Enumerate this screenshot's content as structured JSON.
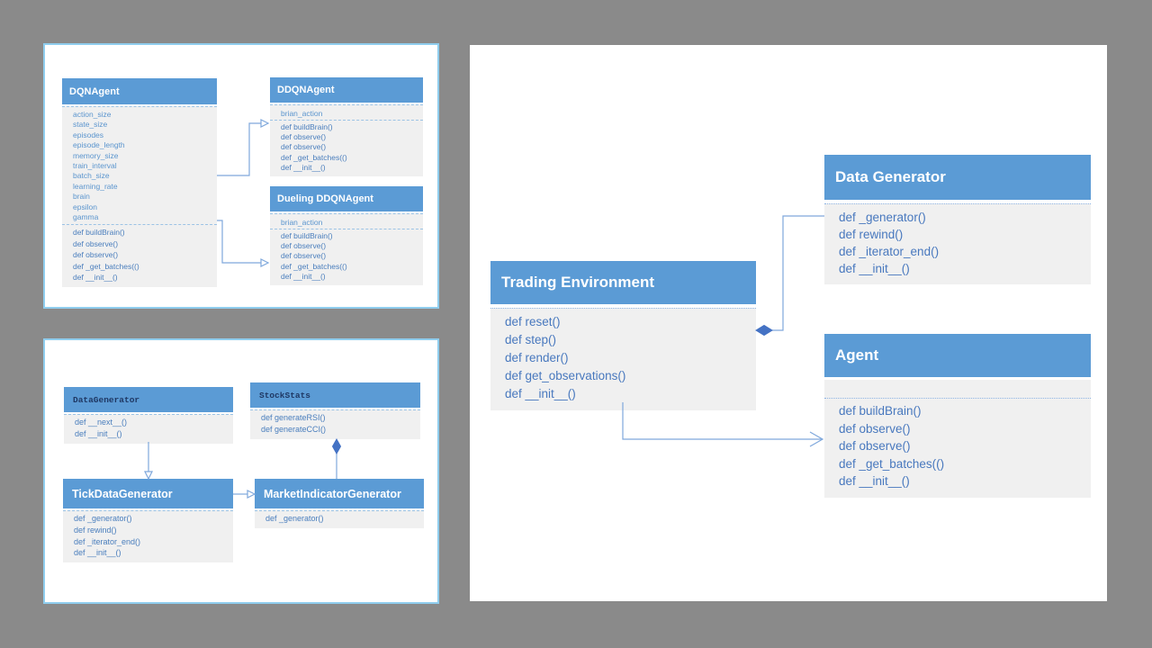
{
  "colors": {
    "background": "#8A8A8A",
    "header_blue": "#5B9BD5",
    "body_gray": "#F0F0F0",
    "attr_text_blue": "#5B95CE",
    "method_text_blue": "#4A7EBD",
    "mono_header_navy": "#1F3864",
    "connector_blue": "#7FA8DC",
    "diamond_blue": "#4472C4",
    "panel_border_blue": "#8FCDEE"
  },
  "agents_panel": {
    "dqn": {
      "name": "DQNAgent",
      "attributes": [
        "action_size",
        "state_size",
        "episodes",
        "episode_length",
        "memory_size",
        "train_interval",
        "batch_size",
        "learning_rate",
        "brain",
        "epsilon",
        "gamma"
      ],
      "methods": [
        "def buildBrain()",
        "def observe()",
        "def observe()",
        "def _get_batches(()",
        "def __init__()"
      ]
    },
    "ddqn": {
      "name": "DDQNAgent",
      "attributes": [
        "brian_action"
      ],
      "methods": [
        "def buildBrain()",
        "def observe()",
        "def observe()",
        "def _get_batches(()",
        "def __init__()"
      ]
    },
    "dueling_ddqn": {
      "name": "Dueling DDQNAgent",
      "attributes": [
        "brian_action"
      ],
      "methods": [
        "def buildBrain()",
        "def observe()",
        "def observe()",
        "def _get_batches(()",
        "def __init__()"
      ]
    },
    "relations": [
      {
        "from": "DQNAgent",
        "to": "DDQNAgent",
        "type": "inheritance"
      },
      {
        "from": "DQNAgent",
        "to": "Dueling DDQNAgent",
        "type": "inheritance"
      }
    ]
  },
  "generators_panel": {
    "data_generator": {
      "name": "DataGenerator",
      "methods": [
        "def __next__()",
        "def __init__()"
      ]
    },
    "stock_stats": {
      "name": "StockStats",
      "methods": [
        "def generateRSI()",
        "def generateCCI()"
      ]
    },
    "tick_data_generator": {
      "name": "TickDataGenerator",
      "methods": [
        "def _generator()",
        "def rewind()",
        "def _iterator_end()",
        "def __init__()"
      ]
    },
    "market_indicator_generator": {
      "name": "MarketIndicatorGenerator",
      "methods": [
        "def _generator()"
      ]
    },
    "relations": [
      {
        "from": "DataGenerator",
        "to": "TickDataGenerator",
        "type": "inheritance"
      },
      {
        "from": "TickDataGenerator",
        "to": "MarketIndicatorGenerator",
        "type": "inheritance"
      },
      {
        "from": "MarketIndicatorGenerator",
        "to": "StockStats",
        "type": "composition"
      }
    ]
  },
  "environment_panel": {
    "trading_environment": {
      "name": "Trading Environment",
      "methods": [
        "def reset()",
        "def step()",
        "def render()",
        "def get_observations()",
        "def __init__()"
      ]
    },
    "data_generator": {
      "name": "Data Generator",
      "methods": [
        "def _generator()",
        "def rewind()",
        "def _iterator_end()",
        "def __init__()"
      ]
    },
    "agent": {
      "name": "Agent",
      "methods": [
        "def buildBrain()",
        "def observe()",
        "def observe()",
        "def _get_batches(()",
        "def __init__()"
      ]
    },
    "relations": [
      {
        "from": "Trading Environment",
        "to": "Data Generator",
        "type": "composition"
      },
      {
        "from": "Trading Environment",
        "to": "Agent",
        "type": "association"
      }
    ]
  }
}
